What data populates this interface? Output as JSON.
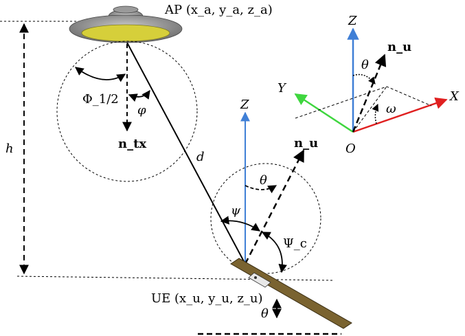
{
  "labels": {
    "ap": "AP (x_a, y_a, z_a)",
    "ue": "UE (x_u, y_u, z_u)",
    "h": "h",
    "d": "d",
    "phi_half": "Φ_1/2",
    "phi": "φ",
    "n_tx": "n_tx",
    "z_axis_ue": "Z",
    "n_u": "n_u",
    "theta_ue": "θ",
    "psi": "ψ",
    "psi_c": "Ψ_c",
    "theta_tilt": "θ",
    "inset_z": "Z",
    "inset_y": "Y",
    "inset_x": "X",
    "inset_origin": "O",
    "inset_nu": "n_u",
    "inset_theta": "θ",
    "inset_omega": "ω"
  },
  "colors": {
    "z_axis": "#3f7fd6",
    "y_axis": "#3fd63f",
    "x_axis": "#e02020",
    "ap_body": "#8c8c8c",
    "ap_lens": "#d6cf3a",
    "ue_device": "#7a6330"
  }
}
